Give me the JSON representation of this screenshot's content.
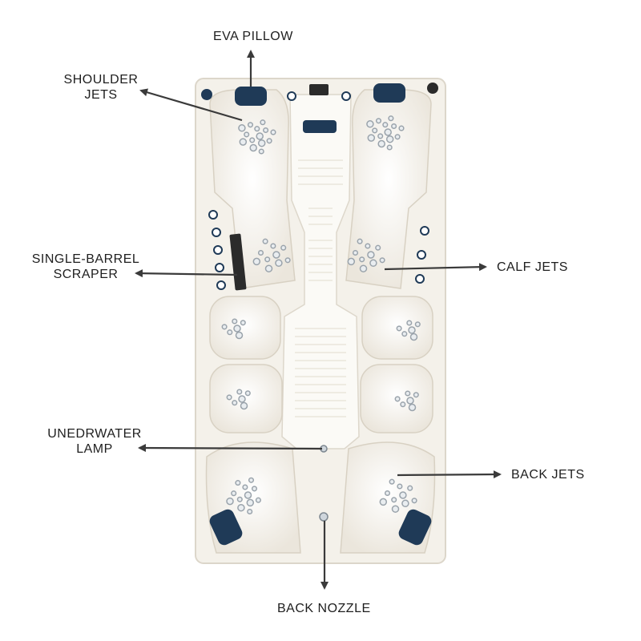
{
  "labels": {
    "eva_pillow": "EVA PILLOW",
    "shoulder_jets": [
      "SHOULDER",
      "JETS"
    ],
    "single_barrel_scraper": [
      "SINGLE-BARREL",
      "SCRAPER"
    ],
    "calf_jets": "CALF JETS",
    "underwater_lamp": [
      "UNEDRWATER",
      "LAMP"
    ],
    "back_jets": "BACK JETS",
    "back_nozzle": "BACK NOZZLE"
  },
  "colors": {
    "tub_shell": "#f7f4ee",
    "tub_shadow": "#e3ddd2",
    "pillow": "#1f3a57",
    "jet_ring": "#9aa3ab",
    "arrow": "#3a3a3a",
    "text": "#1e1e1e"
  }
}
